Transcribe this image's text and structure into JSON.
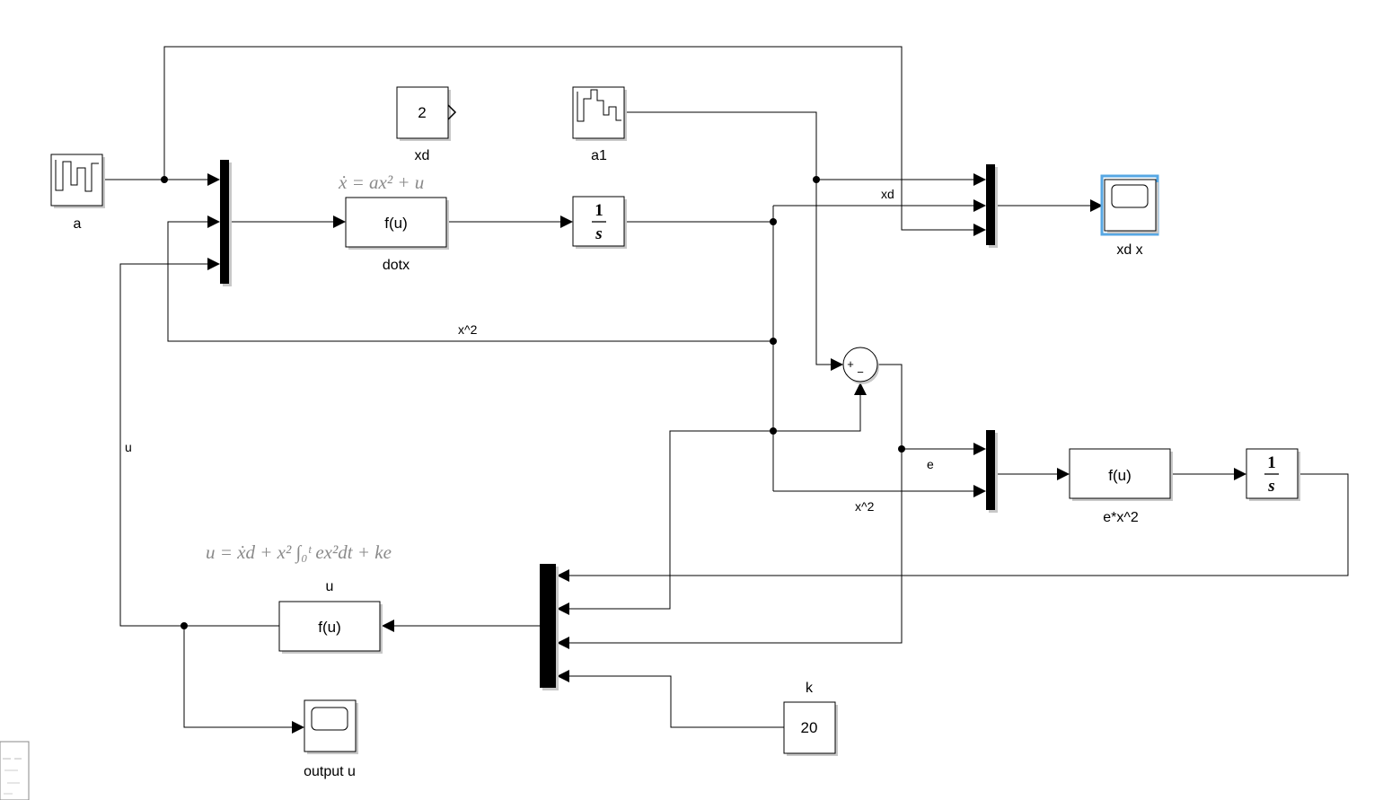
{
  "blocks": {
    "a": {
      "label": "a"
    },
    "a1": {
      "label": "a1"
    },
    "xd_const": {
      "value": "2",
      "label": "xd"
    },
    "k_const": {
      "value": "20",
      "label": "k"
    },
    "dotx_fcn": {
      "text": "f(u)",
      "label": "dotx"
    },
    "ex2_fcn": {
      "text": "f(u)",
      "label": "e*x^2"
    },
    "u_fcn": {
      "text": "f(u)",
      "label": "u"
    },
    "integrator1": {
      "numerator": "1",
      "denominator": "s"
    },
    "integrator2": {
      "numerator": "1",
      "denominator": "s"
    },
    "scope_xdx": {
      "label": "xd x"
    },
    "scope_u": {
      "label": "output u"
    },
    "sum": {
      "plus": "+",
      "minus": "−"
    }
  },
  "signals": {
    "xd": "xd",
    "x2_top": "x^2",
    "e": "e",
    "x2_bottom": "x^2",
    "u": "u"
  },
  "annotations": {
    "dotx_equation": "ẋ = ax² + u",
    "u_equation": "u = ẋd + x² ∫₀ᵗ ex²dt + ke"
  }
}
